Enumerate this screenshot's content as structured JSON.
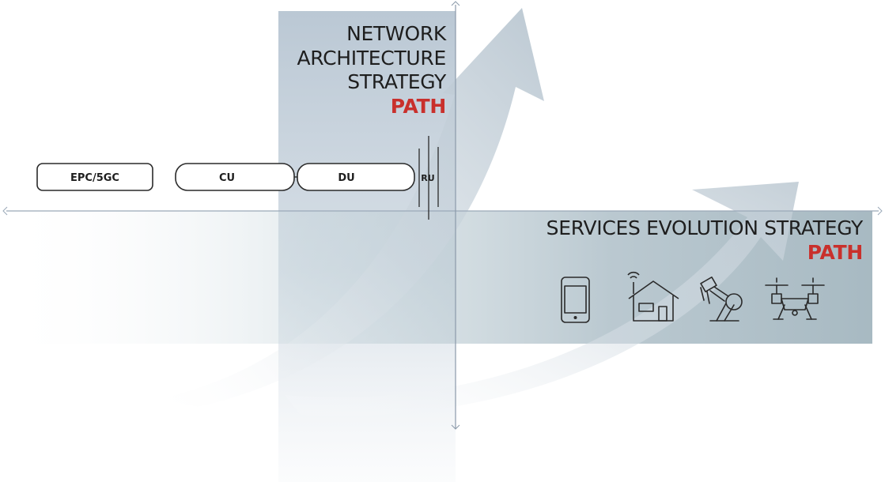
{
  "colors": {
    "accent": "#c9302c",
    "text": "#1e1e1e",
    "band": "#a9b9c6",
    "arrow": "#c3cfd8",
    "axis": "#9aa9b8"
  },
  "network_strategy": {
    "lines": [
      "NETWORK",
      "ARCHITECTURE",
      "STRATEGY"
    ],
    "accent": "PATH"
  },
  "services_strategy": {
    "line": "SERVICES EVOLUTION STRATEGY",
    "accent": "PATH"
  },
  "nodes": {
    "epc": "EPC/5GC",
    "cu": "CU",
    "du": "DU",
    "ru": "RU"
  },
  "service_icons": [
    "smartphone-icon",
    "smart-home-icon",
    "robot-arm-icon",
    "drone-icon"
  ]
}
